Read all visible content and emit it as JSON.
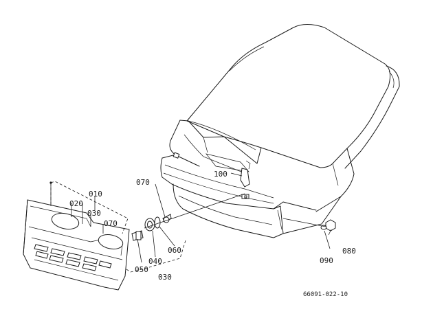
{
  "diagram": {
    "callouts": {
      "p010": "010",
      "p020": "020",
      "p030_top": "030",
      "p070_top": "070",
      "p070_mid": "070",
      "p060": "060",
      "p040": "040",
      "p050": "050",
      "p030_bottom": "030",
      "p100": "100",
      "p080": "080",
      "p090": "090"
    },
    "drawing_ref": "66091-022-10"
  }
}
